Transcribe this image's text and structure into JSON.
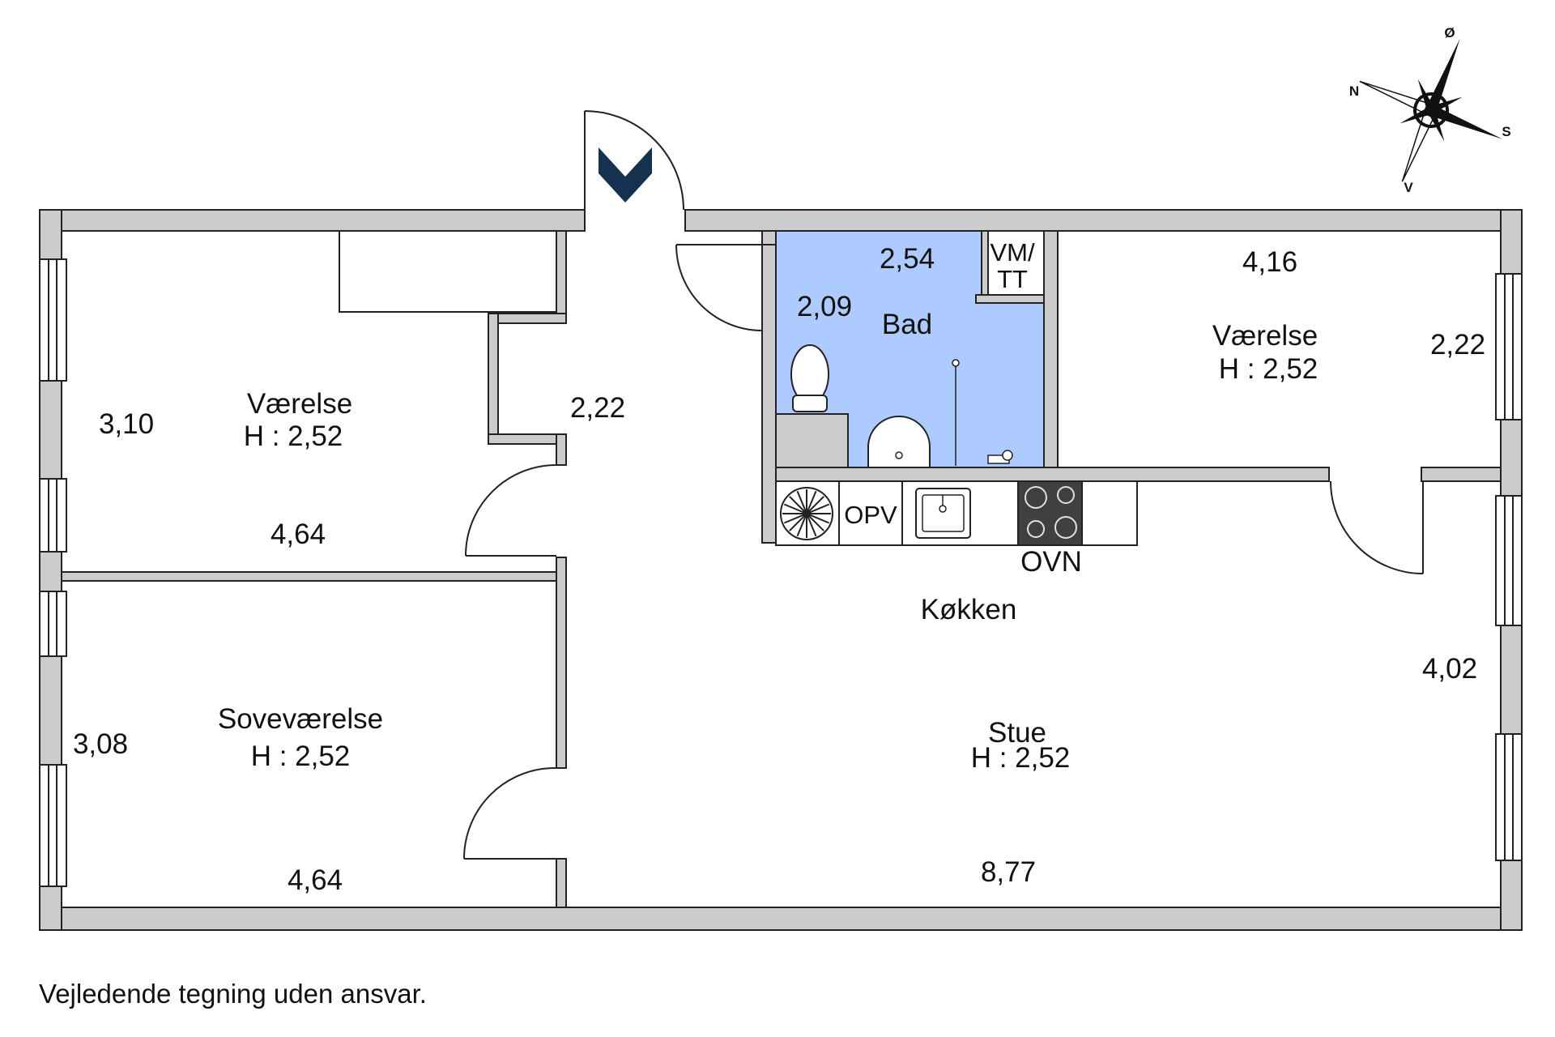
{
  "rooms": {
    "room_left_top": {
      "name": "Værelse",
      "height": "H : 2,52",
      "width": "4,64",
      "depth": "3,10"
    },
    "room_bedroom": {
      "name": "Soveværelse",
      "height": "H : 2,52",
      "width": "4,64",
      "depth": "3,08"
    },
    "hallway": {
      "depth": "2,22"
    },
    "bathroom": {
      "name": "Bad",
      "width": "2,54",
      "depth": "2,09",
      "utility_line1": "VM/",
      "utility_line2": "TT"
    },
    "room_right_top": {
      "name": "Værelse",
      "height": "H : 2,52",
      "width": "4,16",
      "depth": "2,22"
    },
    "kitchen": {
      "name": "Køkken",
      "dishwasher": "OPV",
      "oven": "OVN"
    },
    "living": {
      "name": "Stue",
      "height": "H : 2,52",
      "width": "8,77",
      "depth": "4,02"
    }
  },
  "compass": {
    "north": "N",
    "east": "Ø",
    "south": "S",
    "west": "V"
  },
  "colors": {
    "wall": "#cccccc",
    "bathroom": "#aecbff",
    "entrance_marker": "#14324f"
  },
  "disclaimer": "Vejledende tegning uden ansvar."
}
